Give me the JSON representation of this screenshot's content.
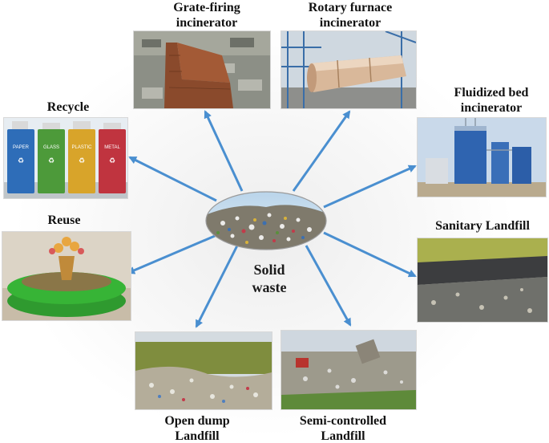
{
  "center": {
    "line1": "Solid",
    "line2": "waste"
  },
  "nodes": {
    "grate": {
      "line1": "Grate-firing",
      "line2": "incinerator"
    },
    "rotary": {
      "line1": "Rotary furnace",
      "line2": "incinerator"
    },
    "fluidized": {
      "line1": "Fluidized bed",
      "line2": "incinerator"
    },
    "sanitary": {
      "line1": "Sanitary Landfill"
    },
    "semi": {
      "line1": "Semi-controlled",
      "line2": "Landfill"
    },
    "open": {
      "line1": "Open dump",
      "line2": "Landfill"
    },
    "reuse": {
      "line1": "Reuse"
    },
    "recycle": {
      "line1": "Recycle",
      "bins": [
        "PAPER",
        "GLASS",
        "PLASTIC",
        "METAL"
      ]
    }
  },
  "colors": {
    "arrow": "#4a8fd0",
    "bin_paper": "#2e6db8",
    "bin_glass": "#4d9a3a",
    "bin_plastic": "#d8a42a",
    "bin_metal": "#c0343f"
  }
}
